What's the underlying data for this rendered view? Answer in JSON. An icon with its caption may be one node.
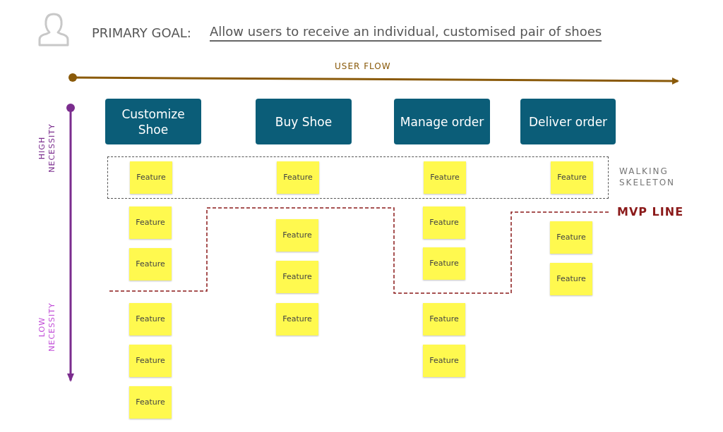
{
  "diagram": {
    "title": "Allow users to receive an individual, customised pair of shoes",
    "nodes": [
      {
        "text": [
          "Customize Shoe"
        ]
      },
      {
        "text": [
          "Buy Shoe"
        ]
      },
      {
        "text": [
          "Manage order"
        ]
      },
      {
        "text": [
          "Deliver order"
        ]
      },
      {
        "text": [
          "WALKING SKELETON"
        ]
      },
      {
        "text": [
          "Feature"
        ],
        "in": 4
      },
      {
        "text": [
          "Feature"
        ],
        "in": 4
      },
      {
        "text": [
          "Feature"
        ],
        "in": 4
      },
      {
        "text": [
          "Feature"
        ],
        "in": 4
      },
      {
        "text": [
          "Feature"
        ]
      },
      {
        "text": [
          "Feature"
        ]
      },
      {
        "text": [
          "Feature"
        ]
      },
      {
        "text": [
          "Feature"
        ]
      },
      {
        "text": [
          "Feature"
        ]
      },
      {
        "text": [
          "Feature"
        ]
      },
      {
        "text": [
          "Feature"
        ]
      },
      {
        "text": [
          "Feature"
        ]
      },
      {
        "text": [
          "Feature"
        ]
      },
      {
        "text": [
          "Feature"
        ]
      },
      {
        "text": [
          "Feature"
        ]
      },
      {
        "text": [
          "Feature"
        ]
      },
      {
        "text": [
          "Feature"
        ]
      },
      {
        "text": [
          "Feature"
        ]
      }
    ],
    "labels": [
      "PRIMARY GOAL:",
      "USER FLOW",
      "HIGH NECESSITY",
      "LOW NECESSITY",
      "MVP LINE"
    ]
  }
}
